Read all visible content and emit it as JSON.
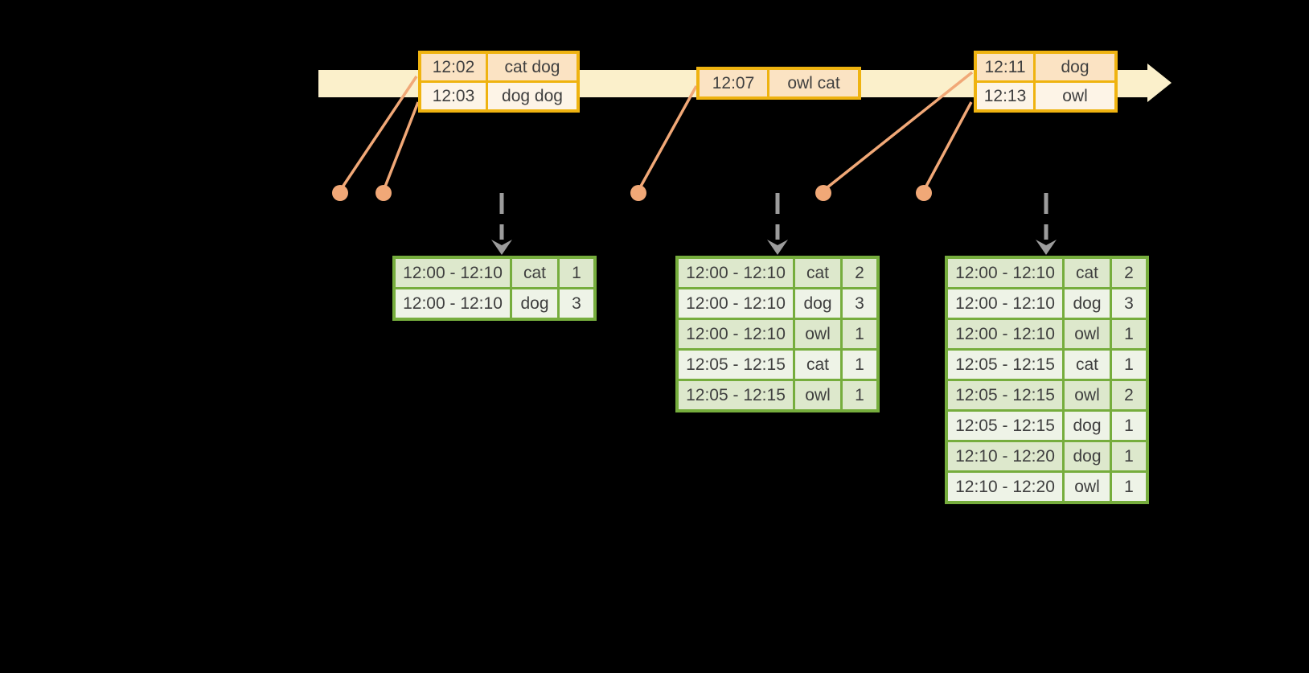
{
  "colors": {
    "background": "#000000",
    "timeline": "#fbf0cb",
    "event_border": "#efb310",
    "event_row_odd": "#fbe3c3",
    "event_row_even": "#fdf4e7",
    "connector": "#f1a877",
    "trigger_arrow": "#9c9c9c",
    "result_border": "#76ad3d",
    "result_row_odd": "#dde8cc",
    "result_row_even": "#eef3e7",
    "text": "#3f3f3f"
  },
  "icons": {
    "timeline": "right-block-arrow-icon",
    "event_marker": "dot-icon",
    "trigger": "dashed-down-arrow-icon"
  },
  "input_tables": [
    {
      "rows": [
        {
          "time": "12:02",
          "words": "cat dog"
        },
        {
          "time": "12:03",
          "words": "dog dog"
        }
      ]
    },
    {
      "rows": [
        {
          "time": "12:07",
          "words": "owl cat"
        }
      ]
    },
    {
      "rows": [
        {
          "time": "12:11",
          "words": "dog"
        },
        {
          "time": "12:13",
          "words": "owl"
        }
      ]
    }
  ],
  "result_tables": [
    {
      "rows": [
        {
          "window": "12:00 - 12:10",
          "word": "cat",
          "count": "1"
        },
        {
          "window": "12:00 - 12:10",
          "word": "dog",
          "count": "3"
        }
      ]
    },
    {
      "rows": [
        {
          "window": "12:00 - 12:10",
          "word": "cat",
          "count": "2"
        },
        {
          "window": "12:00 - 12:10",
          "word": "dog",
          "count": "3"
        },
        {
          "window": "12:00 - 12:10",
          "word": "owl",
          "count": "1"
        },
        {
          "window": "12:05 - 12:15",
          "word": "cat",
          "count": "1"
        },
        {
          "window": "12:05 - 12:15",
          "word": "owl",
          "count": "1"
        }
      ]
    },
    {
      "rows": [
        {
          "window": "12:00 - 12:10",
          "word": "cat",
          "count": "2"
        },
        {
          "window": "12:00 - 12:10",
          "word": "dog",
          "count": "3"
        },
        {
          "window": "12:00 - 12:10",
          "word": "owl",
          "count": "1"
        },
        {
          "window": "12:05 - 12:15",
          "word": "cat",
          "count": "1"
        },
        {
          "window": "12:05 - 12:15",
          "word": "owl",
          "count": "2"
        },
        {
          "window": "12:05 - 12:15",
          "word": "dog",
          "count": "1"
        },
        {
          "window": "12:10 - 12:20",
          "word": "dog",
          "count": "1"
        },
        {
          "window": "12:10 - 12:20",
          "word": "owl",
          "count": "1"
        }
      ]
    }
  ]
}
